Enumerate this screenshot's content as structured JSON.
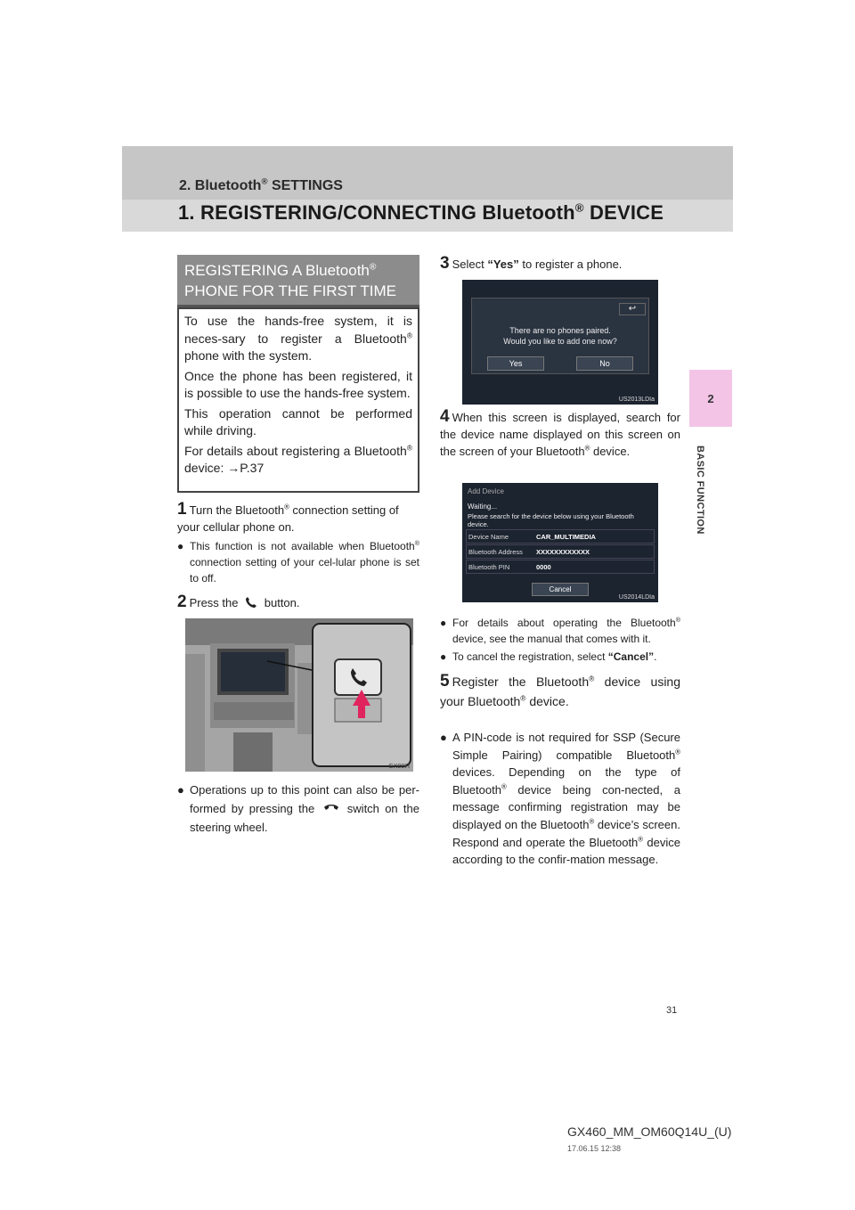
{
  "header": {
    "section_label": "2. Bluetooth",
    "section_label_suffix": " SETTINGS",
    "heading": "1. REGISTERING/CONNECTING Bluetooth",
    "heading_suffix": " DEVICE",
    "reg_mark": "®"
  },
  "side": {
    "tab_number": "2",
    "label": "BASIC FUNCTION"
  },
  "box": {
    "title_line1": "REGISTERING A Bluetooth",
    "title_line2": "PHONE FOR THE FIRST TIME",
    "p1a": "To use the hands-free system, it is neces-sary to register a Bluetooth",
    "p1b": " phone with the system.",
    "p2": "Once the phone has been registered, it is possible to use the hands-free system.",
    "p3": "This operation cannot be performed while driving.",
    "p4a": "For details about registering a Bluetooth",
    "p4b": " device: →P.37"
  },
  "steps": {
    "s1_num": "1",
    "s1a": "Turn the Bluetooth",
    "s1b": " connection setting of your cellular phone on.",
    "b1a": "This function is not available when Bluetooth",
    "b1b": " connection setting of your cel-lular phone is set to off.",
    "s2_num": "2",
    "s2a": "Press the",
    "s2b": "button.",
    "img1_code": "GX087I",
    "b2a": "Operations up to this point can also be per-formed by pressing the",
    "b2b": "switch on the steering wheel.",
    "s3_num": "3",
    "s3a": "Select",
    "s3_option": "“Yes”",
    "s3b": "to register a phone.",
    "scr1": {
      "msg1": "There are no phones paired.",
      "msg2": "Would you like to add one now?",
      "yes": "Yes",
      "no": "No",
      "code": "US2013LDIa"
    },
    "s4_num": "4",
    "s4a": "When this screen is displayed, search for the device name displayed on this screen on the screen of your Bluetooth",
    "s4b": " device.",
    "scr2": {
      "title": "Add Device",
      "waiting": "Waiting...",
      "instruction": "Please search for the device below using your Bluetooth device.",
      "rows": [
        {
          "label": "Device Name",
          "value": "CAR_MULTIMEDIA"
        },
        {
          "label": "Bluetooth Address",
          "value": "XXXXXXXXXXXX"
        },
        {
          "label": "Bluetooth PIN",
          "value": "0000"
        }
      ],
      "cancel": "Cancel",
      "code": "US2014LDIa"
    },
    "b3a": "For details about operating the Bluetooth",
    "b3b": " device, see the manual that comes with it.",
    "b4a": "To cancel the registration, select",
    "b4_option": "“Cancel”",
    "s5_num": "5",
    "s5a": "Register the Bluetooth",
    "s5b": " device using your Bluetooth",
    "s5c": " device.",
    "b5a": "A PIN-code is not required for SSP (Secure Simple Pairing) compatible Bluetooth",
    "b5b": " devices. Depending on the type of Bluetooth",
    "b5c": " device being con-nected, a message confirming registration may be displayed on the Bluetooth",
    "b5d": " device’s screen. Respond and operate the Bluetooth",
    "b5e": " device according to the confir-mation message."
  },
  "footer": {
    "page": "31",
    "code": "GX460_MM_OM60Q14U_(U)",
    "timestamp": "17.06.15   12:38"
  },
  "colors": {
    "tab_pink": "#f3c4e6",
    "header_gray": "#c6c6c6",
    "box_title_gray": "#8c8c8c"
  }
}
